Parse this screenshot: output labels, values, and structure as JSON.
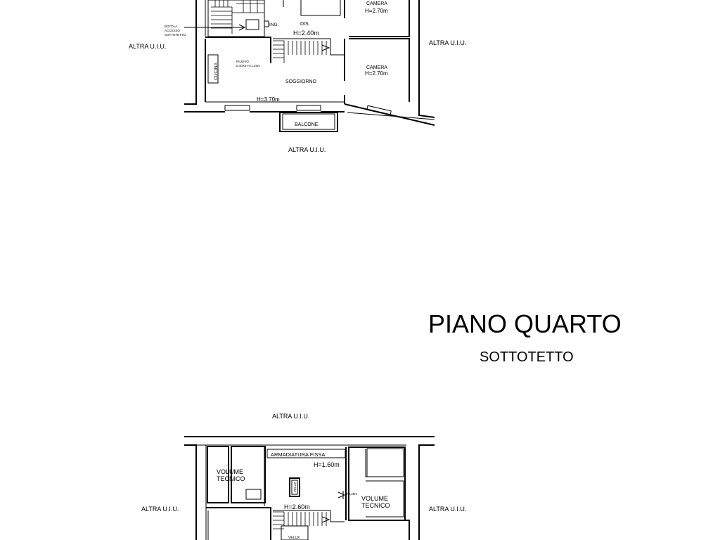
{
  "headings": {
    "floor_title": "PIANO QUARTO",
    "floor_subtitle": "SOTTOTETTO"
  },
  "plan_upper": {
    "labels": {
      "altra_left": "ALTRA U.I.U.",
      "altra_right": "ALTRA U.I.U.",
      "altra_bottom": "ALTRA U.I.U.",
      "botola": "BOTOLA",
      "accesso": "ACCESSO",
      "sottotetto": "SOTTOTETTO",
      "ing": "ING.",
      "dis": "DIS.",
      "dis_height": "H=2.40m",
      "camera_top": "CAMERA",
      "camera_top_height": "H=2.70m",
      "camera_mid": "CAMERA",
      "camera_mid_height": "H=2.70m",
      "cucina": "CUCINA",
      "rilievo": "RILIEVO",
      "rilievo_dims": "0.40X0 H=1.20m",
      "soggiorno": "SOGGIORNO",
      "soggiorno_height": "H=3.70m",
      "balcone": "BALCONE"
    }
  },
  "plan_lower": {
    "labels": {
      "altra_top": "ALTRA U.I.U.",
      "altra_left": "ALTRA U.I.U.",
      "altra_right": "ALTRA U.I.U.",
      "armadiatura": "ARMADIATURA FISSA",
      "armadiatura_height": "H=1.60m",
      "volume_tecnico_left_1": "VOLUME",
      "volume_tecnico_left_2": "TECNICO",
      "volume_tecnico_right_1": "VOLUME",
      "volume_tecnico_right_2": "TECNICO",
      "hall_height": "H=2.60m",
      "velux_center": "VELUX",
      "velux_bottom": "VELUX",
      "small_height": "h0.40m"
    }
  }
}
